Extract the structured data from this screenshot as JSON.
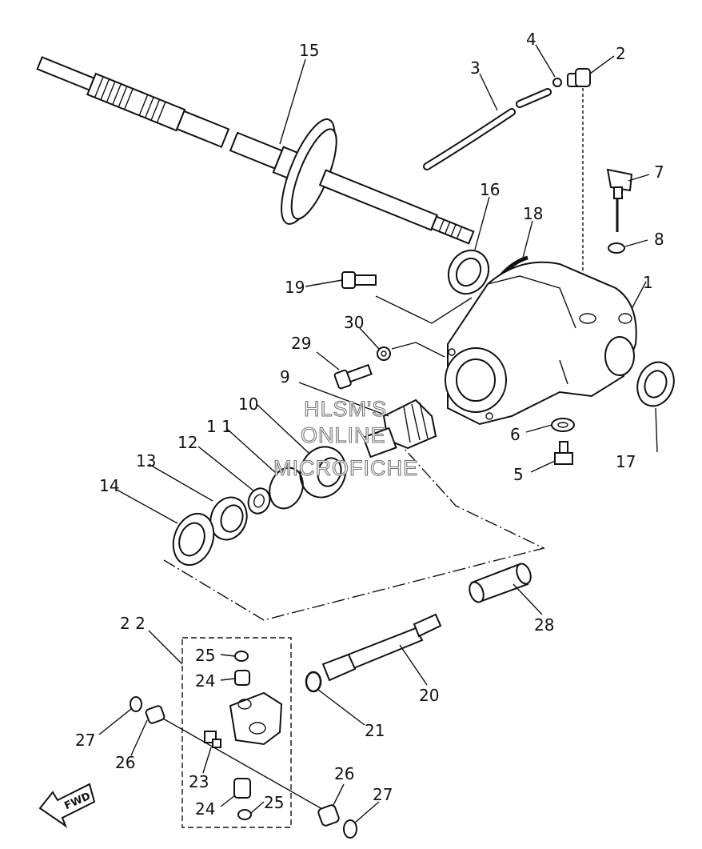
{
  "watermark": {
    "line1": "HLSM'S",
    "line2": "ONLINE",
    "line3": "MICROFICHE"
  },
  "fwd_label": "FWD",
  "callouts": [
    {
      "id": "1",
      "text": "1"
    },
    {
      "id": "2",
      "text": "2"
    },
    {
      "id": "3",
      "text": "3"
    },
    {
      "id": "4",
      "text": "4"
    },
    {
      "id": "5",
      "text": "5"
    },
    {
      "id": "6",
      "text": "6"
    },
    {
      "id": "7",
      "text": "7"
    },
    {
      "id": "8",
      "text": "8"
    },
    {
      "id": "9",
      "text": "9"
    },
    {
      "id": "10",
      "text": "10"
    },
    {
      "id": "11",
      "text": "1 1"
    },
    {
      "id": "12",
      "text": "12"
    },
    {
      "id": "13",
      "text": "13"
    },
    {
      "id": "14",
      "text": "14"
    },
    {
      "id": "15",
      "text": "15"
    },
    {
      "id": "16",
      "text": "16"
    },
    {
      "id": "17",
      "text": "17"
    },
    {
      "id": "18",
      "text": "18"
    },
    {
      "id": "19",
      "text": "19"
    },
    {
      "id": "20",
      "text": "20"
    },
    {
      "id": "21",
      "text": "21"
    },
    {
      "id": "22",
      "text": "2 2"
    },
    {
      "id": "23",
      "text": "23"
    },
    {
      "id": "24a",
      "text": "24"
    },
    {
      "id": "24b",
      "text": "24"
    },
    {
      "id": "25a",
      "text": "25"
    },
    {
      "id": "25b",
      "text": "25"
    },
    {
      "id": "26a",
      "text": "26"
    },
    {
      "id": "26b",
      "text": "26"
    },
    {
      "id": "27a",
      "text": "27"
    },
    {
      "id": "27b",
      "text": "27"
    },
    {
      "id": "28",
      "text": "28"
    },
    {
      "id": "29",
      "text": "29"
    },
    {
      "id": "30",
      "text": "30"
    }
  ]
}
